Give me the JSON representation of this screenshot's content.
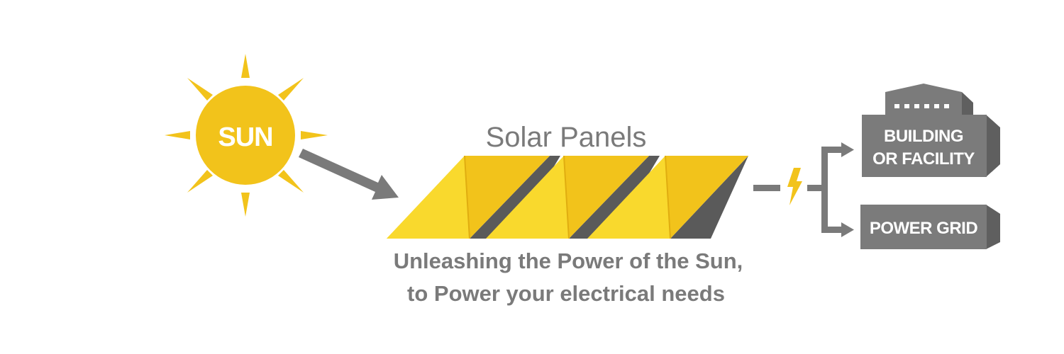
{
  "sun": {
    "label": "SUN"
  },
  "panels": {
    "title": "Solar Panels"
  },
  "tagline": {
    "line1": "Unleashing the Power of the Sun,",
    "line2": "to Power your electrical needs"
  },
  "building": {
    "line1": "BUILDING",
    "line2": "OR FACILITY"
  },
  "grid": {
    "label": "POWER GRID"
  },
  "colors": {
    "sun": "#f2c31b",
    "panel_light": "#f9d92d",
    "panel_mid": "#f2c31b",
    "panel_shadow": "#5a5a5a",
    "arrow": "#7a7a7a",
    "box_front": "#7b7b7b",
    "box_side": "#5f5f5f",
    "text": "#7a7a7a"
  },
  "icons": [
    "sun-icon",
    "arrow-icon",
    "lightning-bolt-icon",
    "factory-icon"
  ]
}
